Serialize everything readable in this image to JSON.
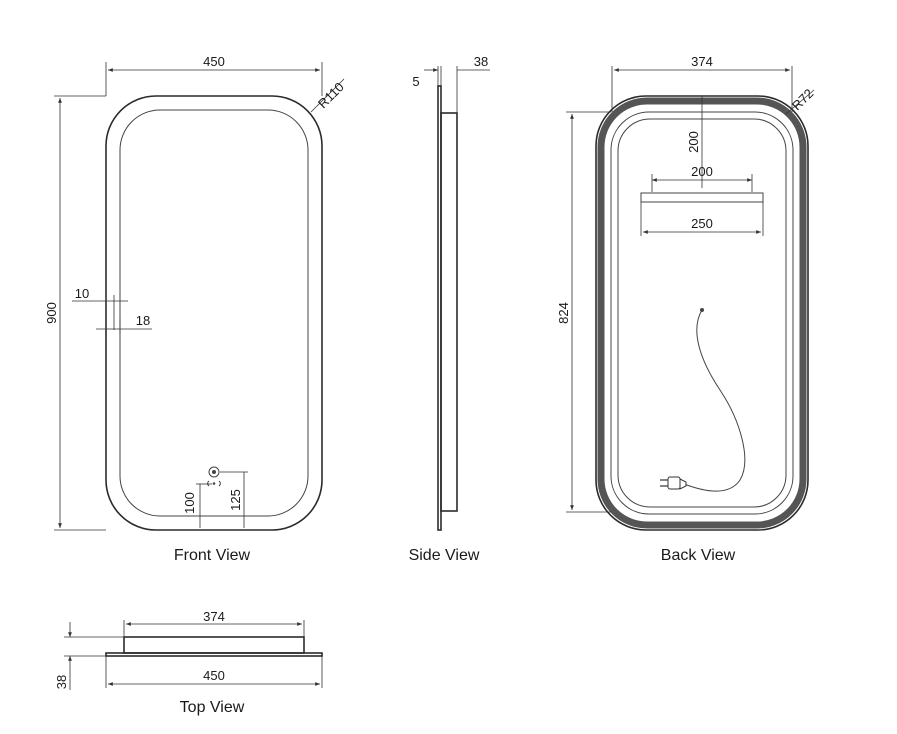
{
  "views": {
    "front": {
      "label": "Front View"
    },
    "side": {
      "label": "Side View"
    },
    "back": {
      "label": "Back View"
    },
    "top": {
      "label": "Top View"
    }
  },
  "dimensions": {
    "front_width": "450",
    "front_radius": "R110",
    "front_height": "900",
    "front_frame": "10",
    "front_inset": "18",
    "front_sensor_100": "100",
    "front_sensor_125": "125",
    "side_glass": "5",
    "side_depth": "38",
    "back_width": "374",
    "back_radius": "R72",
    "back_height": "824",
    "back_vertical_200": "200",
    "back_bracket_200": "200",
    "back_bracket_250": "250",
    "top_inner": "374",
    "top_outer": "450",
    "top_depth": "38"
  },
  "colors": {
    "line": "#2b2b2b",
    "led_frame": "#555555"
  },
  "icons": {
    "sensor": "touch-sensor-icon",
    "plug": "power-plug-icon"
  }
}
